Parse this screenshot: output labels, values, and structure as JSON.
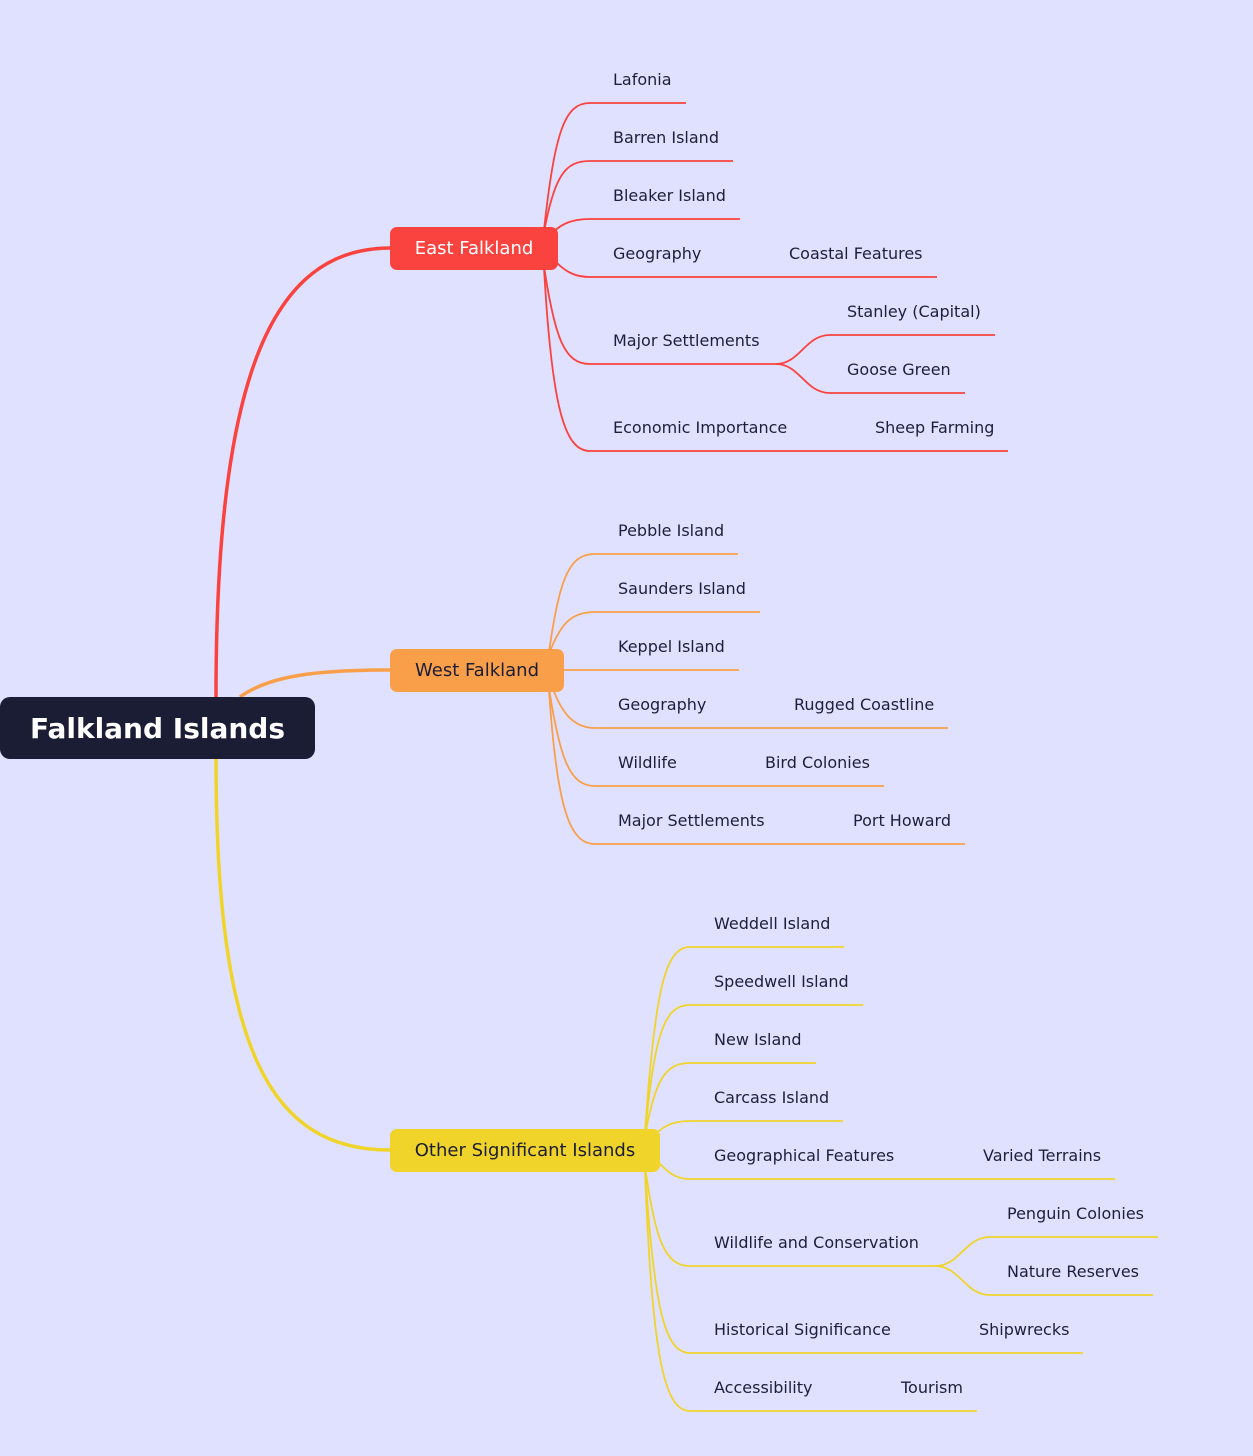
{
  "diagram": {
    "root": "Falkland Islands",
    "colors": {
      "east": "#fa423f",
      "west": "#f99f4a",
      "other": "#f0d42a",
      "root_bg": "#1b1d35",
      "background": "#e0e1fe"
    },
    "east": {
      "label": "East Falkland",
      "c1": "Lafonia",
      "c2": "Barren Island",
      "c3": "Bleaker Island",
      "c4": "Geography",
      "c4a": "Coastal Features",
      "c5": "Major Settlements",
      "c5a": "Stanley (Capital)",
      "c5b": "Goose Green",
      "c6": "Economic Importance",
      "c6a": "Sheep Farming"
    },
    "west": {
      "label": "West Falkland",
      "c1": "Pebble Island",
      "c2": "Saunders Island",
      "c3": "Keppel Island",
      "c4": "Geography",
      "c4a": "Rugged Coastline",
      "c5": "Wildlife",
      "c5a": "Bird Colonies",
      "c6": "Major Settlements",
      "c6a": "Port Howard"
    },
    "other": {
      "label": "Other Significant Islands",
      "c1": "Weddell Island",
      "c2": "Speedwell Island",
      "c3": "New Island",
      "c4": "Carcass Island",
      "c5": "Geographical Features",
      "c5a": "Varied Terrains",
      "c6": "Wildlife and Conservation",
      "c6a": "Penguin Colonies",
      "c6b": "Nature Reserves",
      "c7": "Historical Significance",
      "c7a": "Shipwrecks",
      "c8": "Accessibility",
      "c8a": "Tourism"
    }
  }
}
